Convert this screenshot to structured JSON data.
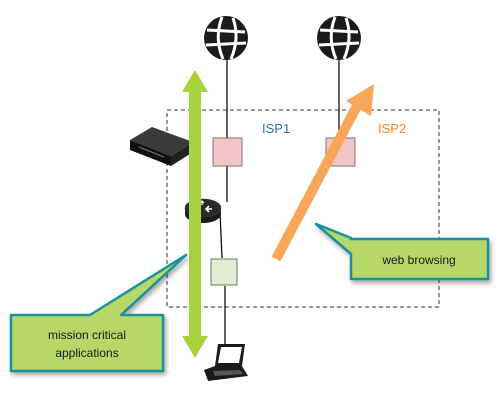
{
  "labels": {
    "isp1": "ISP1",
    "isp2": "ISP2",
    "web_browsing": "web browsing",
    "mission_line1": "mission critical",
    "mission_line2": "applications"
  },
  "colors": {
    "isp1_label": "#2f6fb0",
    "isp2_label": "#f08a2a",
    "isp_box_fill": "#f2c6c6",
    "isp_box_stroke": "#8c6b6b",
    "lan_box_fill": "#e2ecd2",
    "lan_box_stroke": "#6f7a5e",
    "green_arrow": "#a8d23c",
    "orange_arrow": "#f9a65a",
    "callout_fill": "#b5d866",
    "callout_border": "#1a8fa0",
    "dashed_border": "#333333",
    "device_dark": "#1b1b1b"
  },
  "icons": [
    "globe-icon",
    "switch-icon",
    "router-icon",
    "laptop-icon"
  ]
}
